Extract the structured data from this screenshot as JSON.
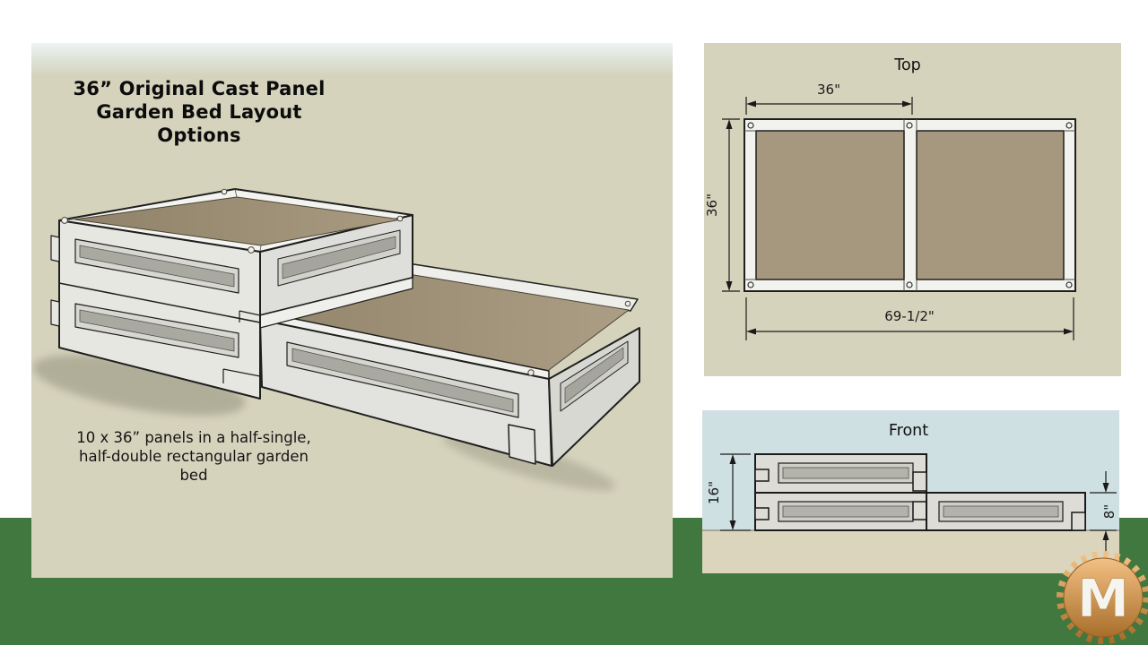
{
  "left_panel": {
    "title_lines": [
      "36” Original Cast Panel",
      "Garden Bed Layout",
      "Options"
    ],
    "caption_lines": [
      "10 x 36” panels in a half-single,",
      "half-double rectangular garden",
      "bed"
    ]
  },
  "top_view": {
    "title": "Top",
    "width_dim": "36\"",
    "height_dim": "36\"",
    "total_width_dim": "69-1/2\""
  },
  "front_view": {
    "title": "Front",
    "stack_height_dim": "16\"",
    "single_height_dim": "8\""
  },
  "logo": {
    "letter": "M"
  },
  "colors": {
    "background": "#ffffff",
    "grass_green": "#41783f",
    "panel_beige": "#d6d3bd",
    "sky_blue": "#cfe0e2",
    "ground_beige": "#dad5bc",
    "soil_brown": "#a6987e",
    "concrete_light": "#e7e7e2",
    "outline_dark": "#1f1f1f",
    "logo_copper": "#c98b43",
    "logo_letter_white": "#f6f4ee"
  }
}
